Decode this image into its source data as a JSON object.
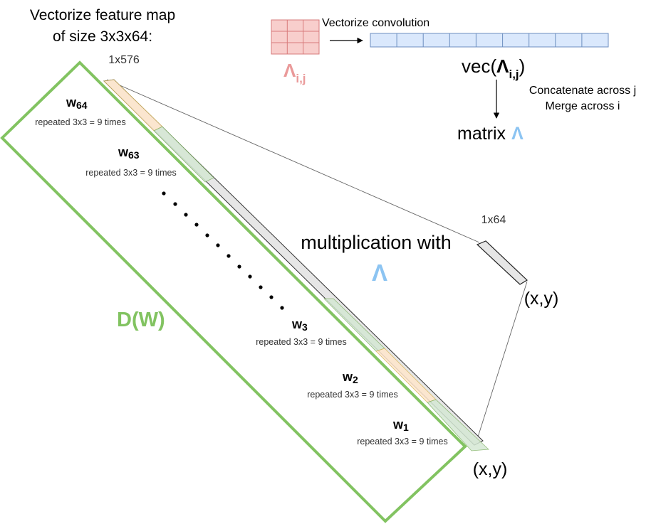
{
  "texts": {
    "title_line1": "Vectorize feature map",
    "title_line2": "of size 3x3x64:",
    "size_1x576": "1x576",
    "vectorize_convolution": "Vectorize convolution",
    "lambda_glyph": "Λ",
    "lambda_sub": "i,j",
    "vec_prefix": "vec(",
    "vec_suffix": ")",
    "concat_across_j": "Concatenate across j",
    "merge_across_i": "Merge across i",
    "matrix_label": "matrix",
    "size_1x64": "1x64",
    "multiplication_with": "multiplication with",
    "xy_upper": "(x,y)",
    "xy_lower": "(x,y)",
    "dw_label": "D(W)",
    "dots_label": "...",
    "w64_base": "w",
    "w64_sub": "64",
    "w63_base": "w",
    "w63_sub": "63",
    "w3_base": "w",
    "w3_sub": "3",
    "w2_base": "w",
    "w2_sub": "2",
    "w1_base": "w",
    "w1_sub": "1",
    "repeated": "repeated 3x3 = 9 times"
  },
  "colors": {
    "green": "#82c361",
    "pink_fill": "#f8cecc",
    "pink_stroke": "#d77b7b",
    "pink_text": "#ea9a9a",
    "blue_fill": "#dae8fc",
    "blue_stroke": "#6c8ebf",
    "lambda_blue": "#8cc4f2",
    "strip_grey": "#e6e6e6",
    "seg_orange": "#ffe6cc",
    "seg_green": "#d5e8d4",
    "line": "#555555"
  },
  "icons": {
    "arrow_right": "arrow-right-icon",
    "arrow_down": "arrow-down-icon"
  }
}
